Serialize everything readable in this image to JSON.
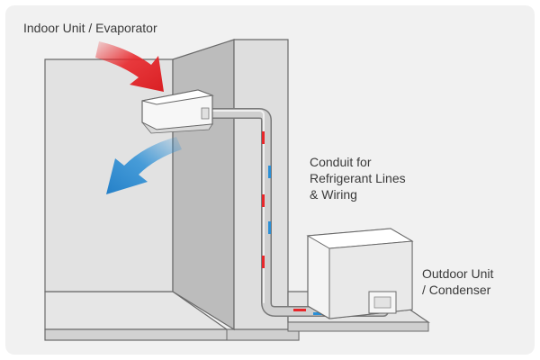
{
  "labels": {
    "indoor_unit": "Indoor Unit / Evaporator",
    "conduit": [
      "Conduit for",
      "Refrigerant Lines",
      "& Wiring"
    ],
    "outdoor_unit": [
      "Outdoor Unit",
      "/ Condenser"
    ]
  },
  "colors": {
    "background": "#f1f1f1",
    "wall_light": "#e4e4e4",
    "wall_dark": "#bdbdbd",
    "wall_outline": "#6a6a6a",
    "warm_air": "#e8262a",
    "cool_air": "#2b8fd6",
    "pipe": "#c9c9c9"
  },
  "icons": {
    "warm_airflow": "red-arrow-icon",
    "cool_airflow": "blue-arrow-icon"
  }
}
